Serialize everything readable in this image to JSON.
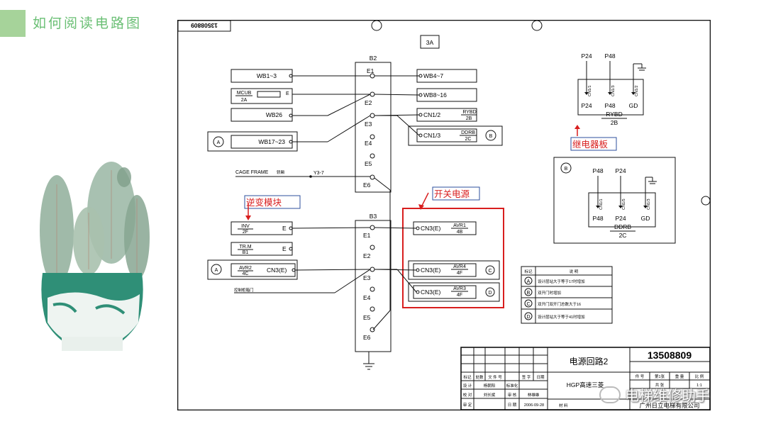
{
  "slide": {
    "title": "如何阅读电路图",
    "accent_color": "#a6d39a",
    "title_color": "#6abf74"
  },
  "watermark": {
    "text": "电梯维修助手"
  },
  "drawing": {
    "drawing_number_top": "13508809",
    "sheet_tag": "3A",
    "blocks": {
      "b2": "B2",
      "b3": "B3"
    },
    "b2_terminals": [
      "E1",
      "E2",
      "E3",
      "E4",
      "E5",
      "E6"
    ],
    "b3_terminals": [
      "E1",
      "E2",
      "E3",
      "E4",
      "E5",
      "E6"
    ],
    "left_boxes": {
      "wb1": "WB1~3",
      "mcub_top": "MCUB",
      "mcub_bottom": "2A",
      "mcub_tag": "E",
      "wb26": "WB26",
      "wb17": "WB17~23",
      "circle_a": "A",
      "cage_frame": "CAGE FRAME",
      "cage_note": "轿厢",
      "y3": "Y3-7",
      "inv_top": "INV",
      "inv_bottom": "2F",
      "inv_tag": "E",
      "trm_top": "TR.M",
      "trm_bottom": "B1",
      "trm_tag": "E",
      "avr2_top": "AVR2",
      "avr2_bottom": "4C",
      "avr2_tag": "CN3(E)",
      "circle_a2": "A",
      "note_bottom": "控制柜箱门"
    },
    "right_boxes": {
      "wb4": "WB4~7",
      "wb8": "WB8~16",
      "cn12": "CN1/2",
      "rybd_top": "RYBD",
      "rybd_bottom": "2B",
      "cn13": "CN1/3",
      "ddrb_top": "DDRB",
      "ddrb_bottom": "2C",
      "circle_b": "B",
      "cn3e_1": "CN3(E)",
      "avr1_top": "AVR1",
      "avr1_bottom": "4B",
      "cn3e_2": "CN3(E)",
      "avr4_top": "AVR4",
      "avr4_bottom": "4F",
      "circle_c": "C",
      "cn3e_3": "CN3(E)",
      "avr3_top": "AVR3",
      "avr3_bottom": "4F",
      "circle_d": "D"
    },
    "rybd": {
      "p24": "P24",
      "p48": "P48",
      "pin1": "CN1/1",
      "pin2": "CN1/3",
      "pin3": "CN1/2",
      "l1": "P24",
      "l2": "P48",
      "l3": "GD",
      "name": "RYBD",
      "code": "2B"
    },
    "ddrb": {
      "circle": "B",
      "p48": "P48",
      "p24": "P24",
      "pin1": "CN1/1",
      "pin2": "CN1/5",
      "pin3": "CN1/3",
      "l1": "P48",
      "l2": "P24",
      "l3": "GD",
      "name": "DDRB",
      "code": "2C"
    },
    "annotations": {
      "relay_board": "继电器板",
      "inverter_module": "逆变模块",
      "switch_power": "开关电源"
    },
    "legend": {
      "col1": "标记",
      "col2": "说  明",
      "rows": [
        {
          "mark": "A",
          "text": "设计层站大于等于17时增加"
        },
        {
          "mark": "B",
          "text": "双开门时增加"
        },
        {
          "mark": "C",
          "text": "双开门双开门总数大于16"
        },
        {
          "mark": "D",
          "text": "设计层站大于等于41时增加"
        }
      ]
    },
    "title_block": {
      "name": "电源回路2",
      "number": "13508809",
      "subtitle": "HGP高速三菱",
      "company": "广州日立电梯有限公司",
      "date": "2006-09-28",
      "material": "材 料",
      "row1": [
        "标记",
        "处数",
        "文 件 号",
        "签 字",
        "日期"
      ],
      "design": "设 计",
      "check": "校 对",
      "review": "审 核",
      "approve": "审 定",
      "std": "标准化",
      "date_label": "日 期",
      "person1": "杨朝阳",
      "person2": "刘长斌",
      "person3": "林雄雄",
      "right_hdr": [
        "件 号",
        "第1张",
        "重 量",
        "比 例"
      ],
      "right_val": [
        "",
        "共 张",
        "",
        "1:1"
      ]
    }
  }
}
